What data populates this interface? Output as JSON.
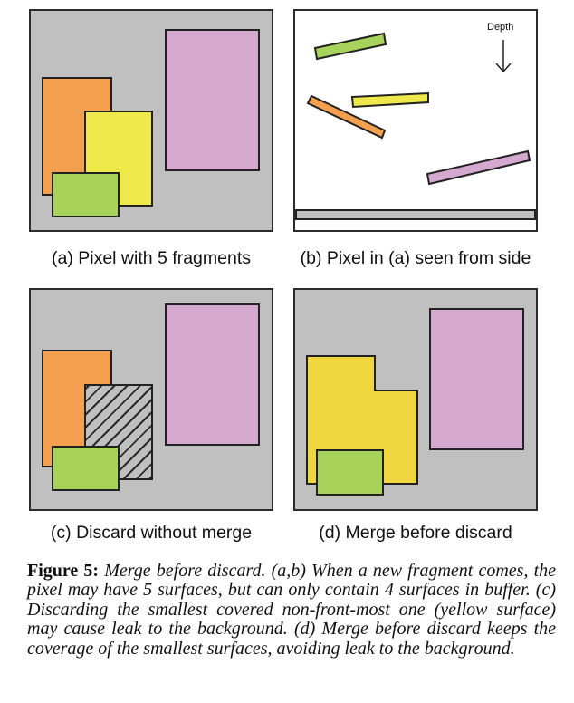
{
  "panels": {
    "a": {
      "caption": "(a) Pixel with 5 fragments"
    },
    "b": {
      "caption": "(b) Pixel in (a) seen from side",
      "depth_label": "Depth"
    },
    "c": {
      "caption": "(c) Discard without merge"
    },
    "d": {
      "caption": "(d) Merge before discard"
    }
  },
  "colors": {
    "background": "#c0c0c0",
    "orange": "#f5a04f",
    "yellow": "#eee84a",
    "merged_yellow": "#efd63e",
    "green": "#a8d35a",
    "pink": "#d5a8cf"
  },
  "figure_caption": {
    "label": "Figure 5:",
    "text": "Merge before discard. (a,b) When a new fragment comes, the pixel may have 5 surfaces, but can only contain 4 surfaces in buffer. (c) Discarding the smallest covered non-front-most one (yellow surface) may cause leak to the background. (d) Merge before discard keeps the coverage of the smallest surfaces, avoiding leak to the background."
  }
}
